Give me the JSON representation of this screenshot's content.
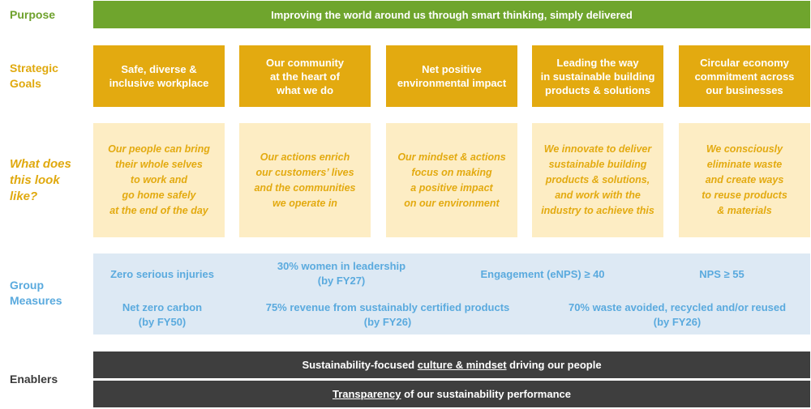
{
  "row_labels": {
    "purpose": "Purpose",
    "strategic_goals": [
      "Strategic",
      "Goals"
    ],
    "what_does": [
      "What does",
      "this look",
      "like?"
    ],
    "group_measures": [
      "Group",
      "Measures"
    ],
    "enablers": "Enablers"
  },
  "purpose_text": "Improving the world around us through smart thinking, simply delivered",
  "goals": [
    [
      "Safe, diverse &",
      "inclusive workplace"
    ],
    [
      "Our community",
      "at the heart of",
      "what we do"
    ],
    [
      "Net positive",
      "environmental impact"
    ],
    [
      "Leading the way",
      "in sustainable building",
      "products & solutions"
    ],
    [
      "Circular economy",
      "commitment across",
      "our businesses"
    ]
  ],
  "what_it_looks_like": [
    [
      "Our people can bring",
      "their whole selves",
      "to work and",
      "go home safely",
      "at the end of the day"
    ],
    [
      "Our actions enrich",
      "our customers’ lives",
      "and the communities",
      "we operate in"
    ],
    [
      "Our mindset & actions",
      "focus on making",
      "a positive impact",
      "on our environment"
    ],
    [
      "We innovate to deliver",
      "sustainable building",
      "products & solutions,",
      "and work with the",
      "industry to achieve this"
    ],
    [
      "We consciously",
      "eliminate waste",
      "and create ways",
      "to reuse products",
      "& materials"
    ]
  ],
  "measures": {
    "zero_injuries": "Zero serious injuries",
    "women_leadership": [
      "30% women in leadership",
      "(by FY27)"
    ],
    "engagement": "Engagement (eNPS) ≥ 40",
    "nps": "NPS ≥ 55",
    "net_zero": [
      "Net zero carbon",
      "(by FY50)"
    ],
    "revenue": [
      "75% revenue from sustainably certified products",
      "(by FY26)"
    ],
    "waste": [
      "70% waste avoided, recycled and/or reused",
      "(by FY26)"
    ]
  },
  "enablers": {
    "culture": {
      "before": "Sustainability-focused ",
      "underlined": "culture & mindset",
      "after": " driving our people"
    },
    "transparency": {
      "underlined": "Transparency",
      "after": " of our sustainability performance"
    }
  },
  "colors": {
    "purpose_green": "#6fa52d",
    "goal_gold": "#e3aa10",
    "what_cream": "#fdedc4",
    "measure_blue_text": "#5aaade",
    "measure_panel": "#dde9f4",
    "enabler_dark": "#3e3e3e"
  }
}
